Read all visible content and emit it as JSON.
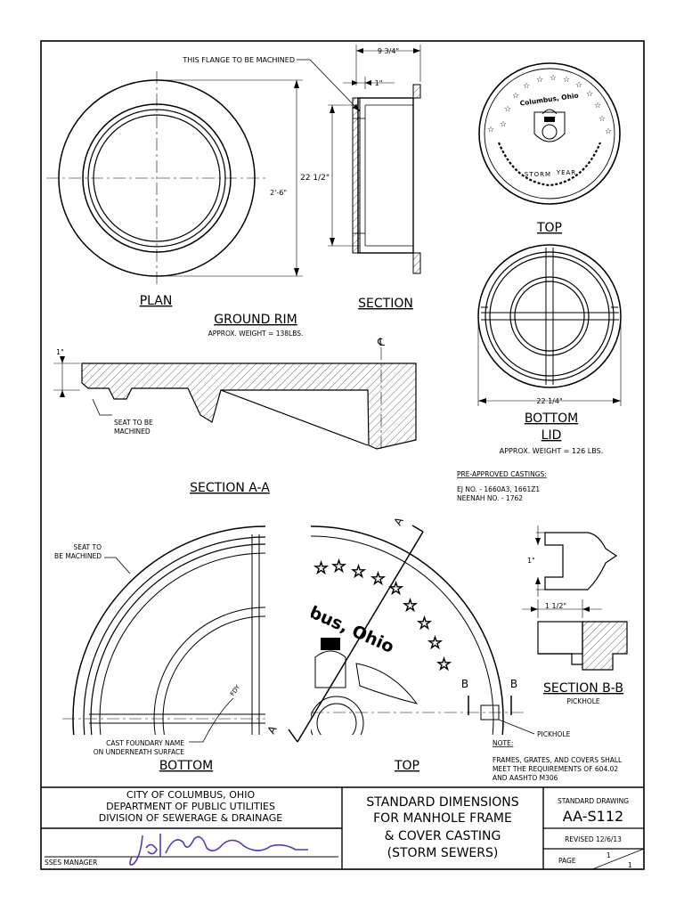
{
  "labels": {
    "flange_note": "THIS FLANGE TO BE MACHINED",
    "dim_top_width": "9 3/4\"",
    "dim_one_inch_a": "1\"",
    "dim_section_height": "22 1/2\"",
    "dim_plan_diameter": "2'-6\"",
    "plan": "PLAN",
    "section": "SECTION",
    "top_upper": "TOP",
    "ground_rim": "GROUND RIM",
    "rim_weight": "APPROX. WEIGHT = 138LBS.",
    "centerline": "℄",
    "dim_one_inch_b": "1\"",
    "seat_note_line1": "SEAT TO BE",
    "seat_note_line2": "MACHINED",
    "dim_lid_diameter": "22 1/4\"",
    "bottom_upper": "BOTTOM",
    "lid": "LID",
    "lid_weight": "APPROX. WEIGHT = 126 LBS.",
    "preapproved_title": "PRE-APPROVED CASTINGS:",
    "ej_no": "EJ NO. - 1660A3, 1661Z1",
    "neenah_no": "NEENAH NO. - 1762",
    "section_aa": "SECTION A-A",
    "seat_to_line1": "SEAT TO",
    "seat_to_line2": "BE MACHINED",
    "dim_one_inch_c": "1\"",
    "dim_one_half": "1 1/2\"",
    "cut_a": "A",
    "cut_b": "B",
    "section_bb": "SECTION B-B",
    "pickhole_sub": "PICKHOLE",
    "pickhole_note": "PICKHOLE",
    "fdy": "FDY",
    "cast_name_line1": "CAST FOUNDARY NAME",
    "cast_name_line2": "ON UNDERNEATH SURFACE",
    "bottom_lower": "BOTTOM",
    "top_lower": "TOP",
    "note_title": "NOTE:",
    "note_line1": "FRAMES, GRATES, AND COVERS SHALL",
    "note_line2": "MEET THE REQUIREMENTS OF 604.02",
    "note_line3": "AND AASHTO M306"
  },
  "cover_art": {
    "city": "Columbus, Ohio",
    "city_fragment": "bus, Ohio",
    "storm": "STORM",
    "year": "YEAR"
  },
  "title_block": {
    "org_line1": "CITY OF COLUMBUS, OHIO",
    "org_line2": "DEPARTMENT OF PUBLIC UTILITIES",
    "org_line3": "DIVISION OF SEWERAGE & DRAINAGE",
    "manager_label": "SSES MANAGER",
    "title_line1": "STANDARD DIMENSIONS",
    "title_line2": "FOR MANHOLE FRAME",
    "title_line3": "& COVER CASTING",
    "title_line4": "(STORM SEWERS)",
    "std_drawing_label": "STANDARD DRAWING",
    "drawing_number": "AA-S112",
    "revised": "REVISED 12/6/13",
    "page_label": "PAGE",
    "page_num": "1",
    "page_total": "1"
  },
  "colors": {
    "ink": "#000000",
    "signature": "#4a3fb5"
  }
}
